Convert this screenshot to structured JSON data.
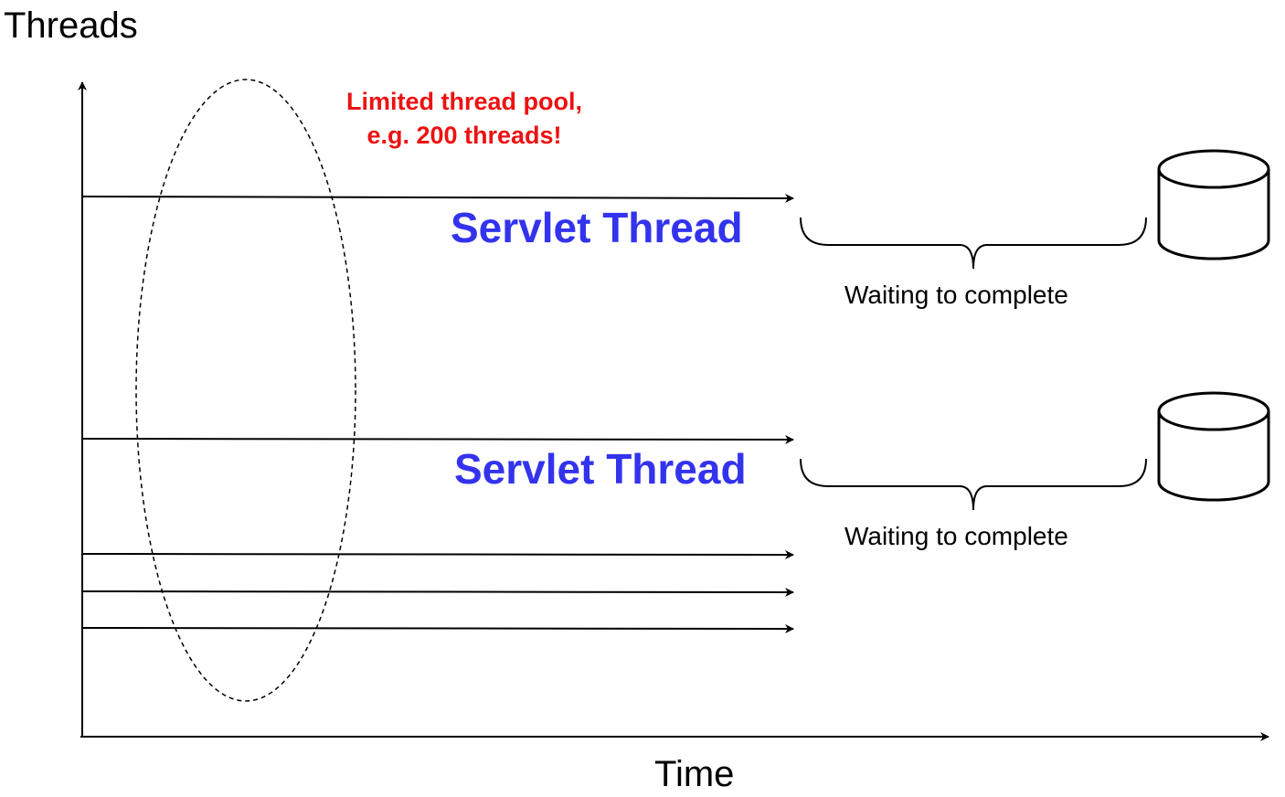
{
  "axes": {
    "y_label": "Threads",
    "x_label": "Time"
  },
  "annotation": {
    "line1": "Limited thread pool,",
    "line2": "e.g. 200 threads!",
    "color": "#ee1111"
  },
  "threads": [
    {
      "label": "Servlet Thread",
      "wait_label": "Waiting to complete",
      "has_database": true
    },
    {
      "label": "Servlet Thread",
      "wait_label": "Waiting to complete",
      "has_database": true
    },
    {
      "label": "",
      "wait_label": "",
      "has_database": false
    },
    {
      "label": "",
      "wait_label": "",
      "has_database": false
    },
    {
      "label": "",
      "wait_label": "",
      "has_database": false
    }
  ],
  "colors": {
    "thread_label": "#3333ee",
    "lines": "#000000"
  },
  "icons": {
    "database": "database-cylinder-icon"
  }
}
